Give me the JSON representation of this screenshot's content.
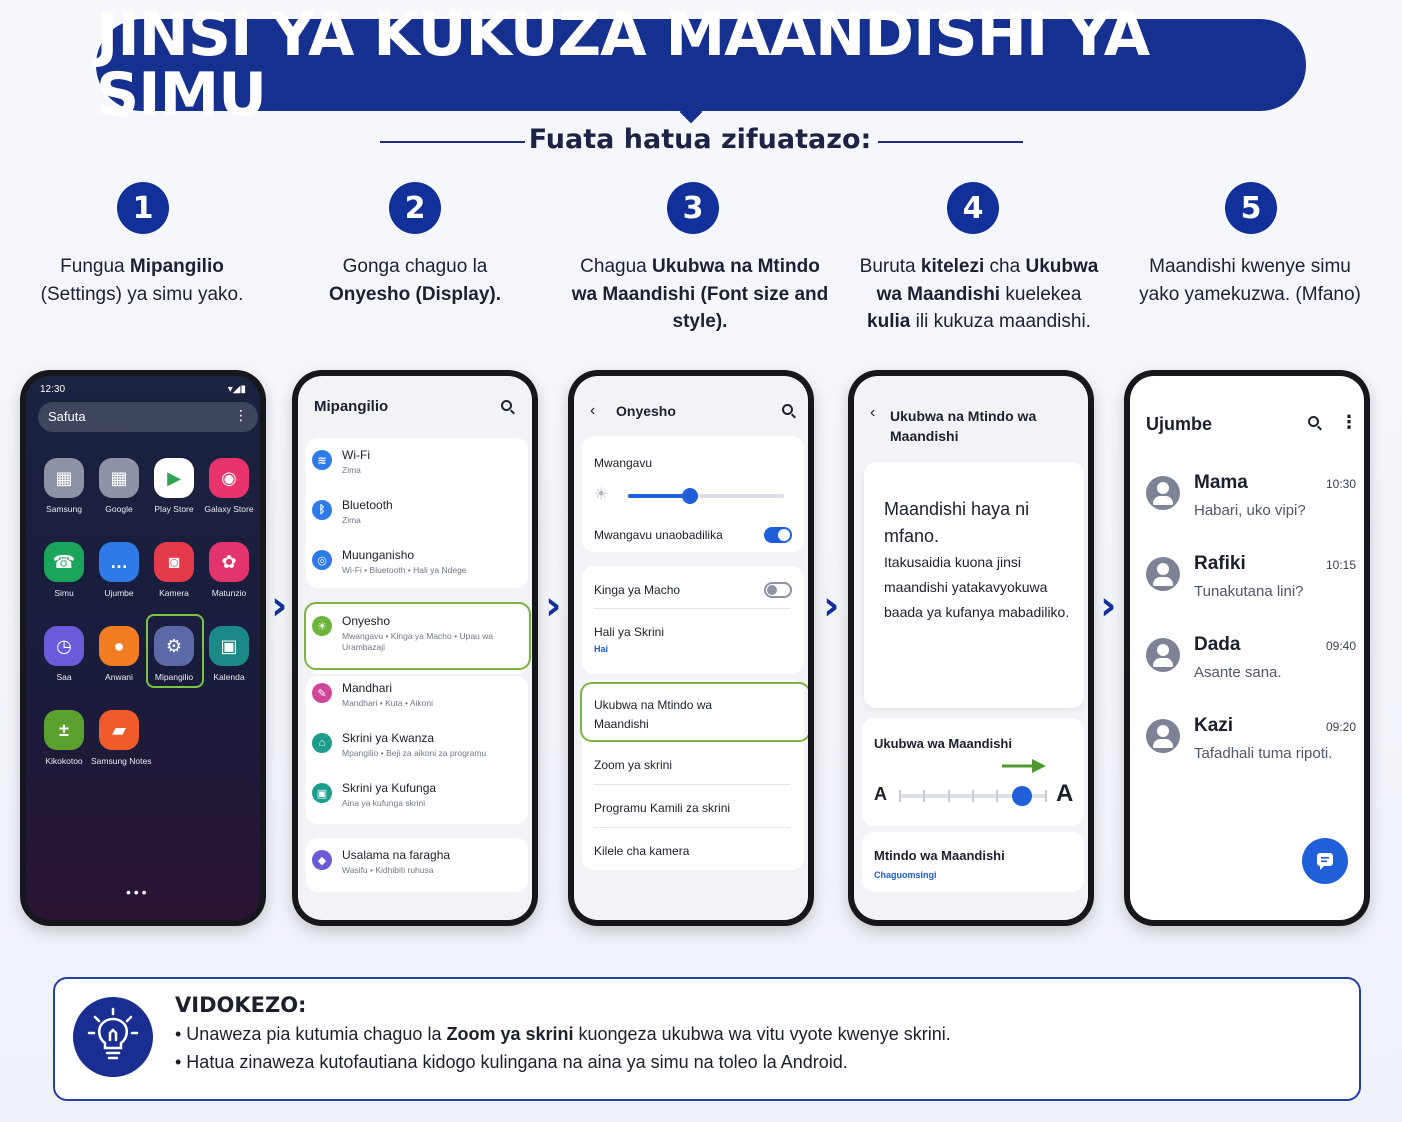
{
  "header": {
    "title": "JINSI YA KUKUZA MAANDISHI YA SIMU",
    "subtitle": "Fuata hatua zifuatazo:"
  },
  "colors": {
    "brand_navy": "#16308f",
    "highlight_green": "#7cb442",
    "toggle_blue": "#1f5fd9",
    "arrow_green": "#4f9a2c"
  },
  "steps": [
    {
      "number": "1",
      "pre": "Fungua ",
      "bold": "Mipangilio",
      "post": " (Settings) ya simu yako.",
      "bold2": "",
      "post2": ""
    },
    {
      "number": "2",
      "pre": "Gonga chaguo la ",
      "bold": "Onyesho (Display).",
      "post": "",
      "bold2": "",
      "post2": ""
    },
    {
      "number": "3",
      "pre": "Chagua ",
      "bold": "Ukubwa na Mtindo wa Maandishi (Font size and style).",
      "post": "",
      "bold2": "",
      "post2": ""
    },
    {
      "number": "4",
      "pre": "Buruta ",
      "bold": "kitelezi",
      "post": " cha ",
      "bold2": "Ukubwa wa Maandishi",
      "post2": " kuelekea ",
      "bold3": "kulia",
      "post3": " ili kukuza maandishi."
    },
    {
      "number": "5",
      "pre": "Maandishi kwenye simu yako yamekuzwa. (Mfano)",
      "bold": "",
      "post": "",
      "bold2": "",
      "post2": ""
    }
  ],
  "phone1": {
    "time": "12:30",
    "search": "Safuta",
    "apps": [
      {
        "label": "Samsung",
        "icon": "folder-icon",
        "color": "#8d92a6"
      },
      {
        "label": "Google",
        "icon": "folder-icon",
        "color": "#8d92a6"
      },
      {
        "label": "Play Store",
        "icon": "play-icon",
        "color": "#ffffff"
      },
      {
        "label": "Galaxy Store",
        "icon": "bag-icon",
        "color": "#e8336d"
      },
      {
        "label": "Simu",
        "icon": "phone-icon",
        "color": "#1aa55a"
      },
      {
        "label": "Ujumbe",
        "icon": "chat-icon",
        "color": "#2e7ae6"
      },
      {
        "label": "Kamera",
        "icon": "camera-icon",
        "color": "#e43a4c"
      },
      {
        "label": "Matunzio",
        "icon": "flower-icon",
        "color": "#e4346d"
      },
      {
        "label": "Saa",
        "icon": "clock-icon",
        "color": "#6a5bd8"
      },
      {
        "label": "Anwani",
        "icon": "person-icon",
        "color": "#f27c22"
      },
      {
        "label": "Mipangilio",
        "icon": "gear-icon",
        "color": "#5b6aa6"
      },
      {
        "label": "Kalenda",
        "icon": "calendar-icon",
        "color": "#1b8a87"
      },
      {
        "label": "Kikokotoo",
        "icon": "calculator-icon",
        "color": "#5aa12f"
      },
      {
        "label": "Samsung Notes",
        "icon": "notes-icon",
        "color": "#ef5b2a"
      }
    ]
  },
  "phone2": {
    "title": "Mipangilio",
    "rows": [
      {
        "title": "Wi-Fi",
        "sub": "Zima",
        "icon": "wifi-icon",
        "color": "#2e7ae6"
      },
      {
        "title": "Bluetooth",
        "sub": "Zima",
        "icon": "bluetooth-icon",
        "color": "#2e7ae6"
      },
      {
        "title": "Muunganisho",
        "sub": "Wi-Fi  •  Bluetooth  •  Hali ya Ndege",
        "icon": "connection-icon",
        "color": "#2e7ae6"
      },
      {
        "title": "Onyesho",
        "sub": "Mwangavu  •  Kinga ya Macho  •  Upau wa Urambazaji",
        "icon": "display-icon",
        "color": "#6cb43a"
      },
      {
        "title": "Mandhari",
        "sub": "Mandhari  •  Kuta  •  Aikoni",
        "icon": "theme-icon",
        "color": "#d0469a"
      },
      {
        "title": "Skrini ya Kwanza",
        "sub": "Mpangilio  •  Beji za aikoni za programu",
        "icon": "home-icon",
        "color": "#1b9c8c"
      },
      {
        "title": "Skrini ya Kufunga",
        "sub": "Aina ya kufunga skrini",
        "icon": "lock-icon",
        "color": "#1b9c8c"
      },
      {
        "title": "Usalama na faragha",
        "sub": "Wasifu  •  Kidhibiti ruhusa",
        "icon": "shield-icon",
        "color": "#6a5bd8"
      }
    ]
  },
  "phone3": {
    "title": "Onyesho",
    "brightness_label": "Mwangavu",
    "brightness_level": 0.4,
    "adaptive_label": "Mwangavu unaobadilika",
    "adaptive_on": true,
    "eye_label": "Kinga ya Macho",
    "eye_on": false,
    "screen_mode_label": "Hali ya Skrini",
    "screen_mode_value": "Hai",
    "font_label": "Ukubwa na Mtindo wa Maandishi",
    "zoom_label": "Zoom ya skrini",
    "fullscreen_label": "Programu Kamili za skrini",
    "camera_label": "Kilele cha kamera"
  },
  "phone4": {
    "title": "Ukubwa na Mtindo wa Maandishi",
    "preview_heading": "Maandishi haya ni mfano.",
    "preview_body": "Itakusaidia kuona jinsi maandishi yatakavyokuwa baada ya kufanya mabadiliko.",
    "size_label": "Ukubwa wa Maandishi",
    "size_small": "A",
    "size_large": "A",
    "size_steps": 7,
    "size_value": 5,
    "style_label": "Mtindo wa Maandishi",
    "style_value": "Chaguomsingi"
  },
  "phone5": {
    "title": "Ujumbe",
    "messages": [
      {
        "name": "Mama",
        "time": "10:30",
        "preview": "Habari, uko vipi?"
      },
      {
        "name": "Rafiki",
        "time": "10:15",
        "preview": "Tunakutana lini?"
      },
      {
        "name": "Dada",
        "time": "09:40",
        "preview": "Asante sana."
      },
      {
        "name": "Kazi",
        "time": "09:20",
        "preview": "Tafadhali tuma ripoti."
      }
    ]
  },
  "tips": {
    "title": "VIDOKEZO:",
    "line1_pre": "• Unaweza pia kutumia chaguo la ",
    "line1_bold": "Zoom ya skrini",
    "line1_post": " kuongeza ukubwa wa vitu vyote kwenye skrini.",
    "line2": "• Hatua zinaweza kutofautiana kidogo kulingana na aina ya simu na toleo la Android."
  }
}
